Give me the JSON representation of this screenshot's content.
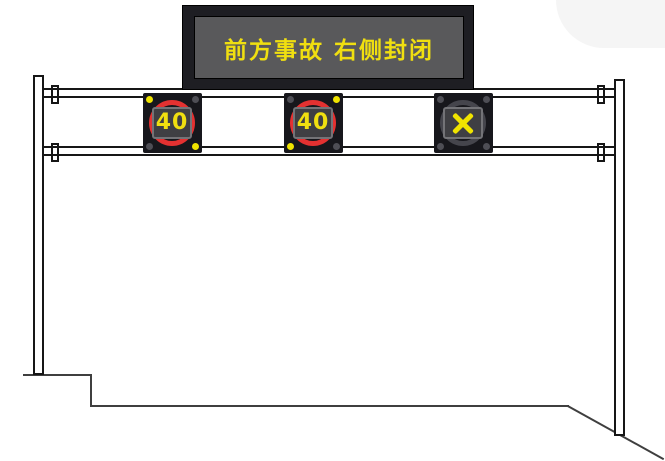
{
  "scene": {
    "description": "Schematic diagram of a highway gantry carrying a variable message sign and three overhead lane control signals above a road cross-section",
    "background_color": "#ffffff"
  },
  "vms": {
    "message": "前方事故 右侧封闭",
    "text_color": "#f0df10",
    "panel_color": "#59595b",
    "frame_color": "#1e1e23"
  },
  "lane_signals": [
    {
      "type": "speed-limit",
      "value": "40",
      "ring_color": "#e43131",
      "active_dots": [
        "top-left",
        "bottom-right"
      ],
      "dot_on_color": "#f0e400",
      "dot_off_color": "#4e4e55"
    },
    {
      "type": "speed-limit",
      "value": "40",
      "ring_color": "#e43131",
      "active_dots": [
        "top-right",
        "bottom-left"
      ],
      "dot_on_color": "#f0e400",
      "dot_off_color": "#4e4e55"
    },
    {
      "type": "lane-closed",
      "symbol": "X",
      "symbol_color": "#f0e400",
      "ring_color": "#45454c",
      "active_dots": [],
      "dot_off_color": "#4e4e55"
    }
  ],
  "structure": {
    "line_color": "#161616",
    "ground_line_color": "#3f3f3f"
  }
}
